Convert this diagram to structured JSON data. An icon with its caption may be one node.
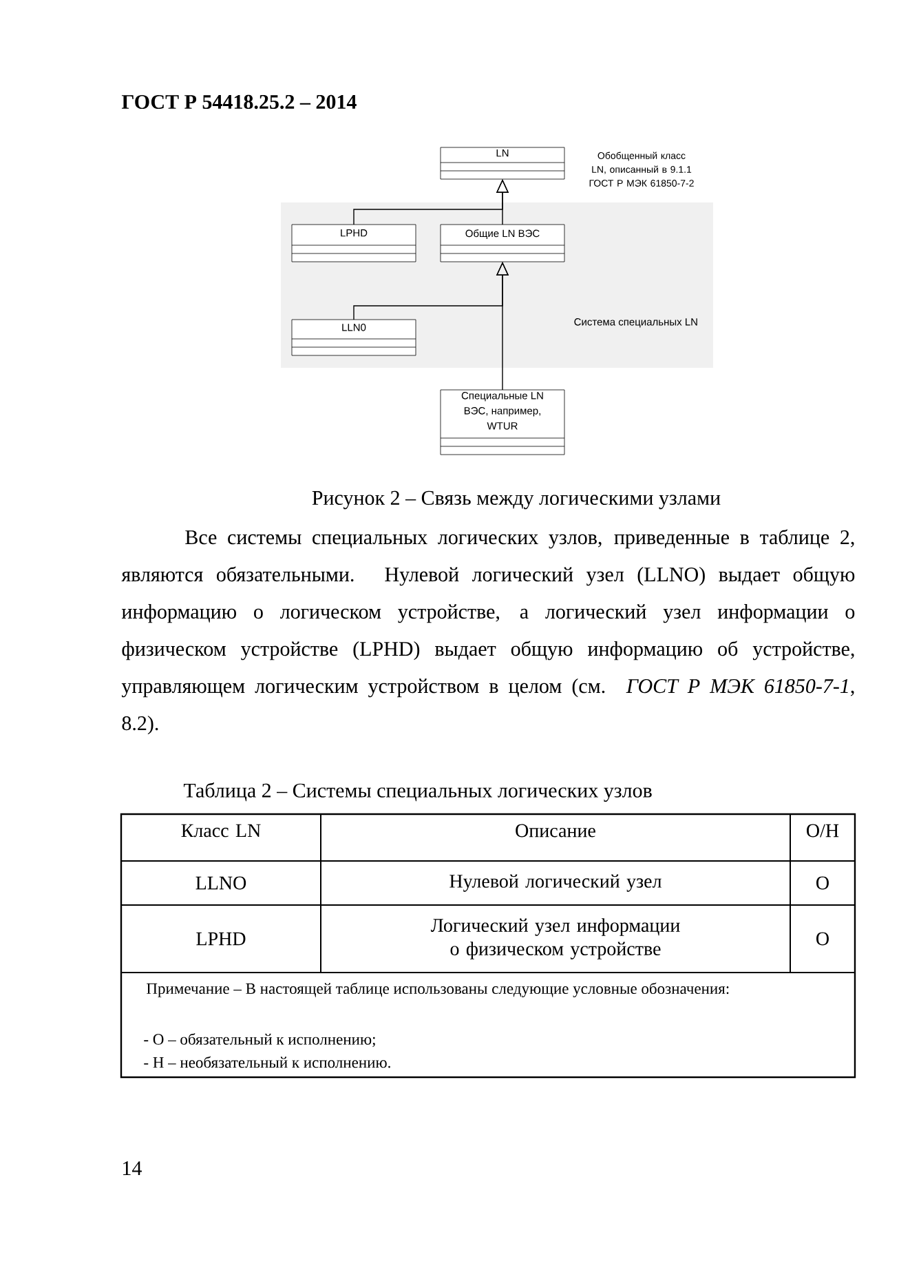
{
  "diagram": {
    "caption": "Рисунок 2 – Связь между логическими узлами",
    "nodes": [
      {
        "text": [
          "LN"
        ],
        "beside": [
          "Обобщенный класс LN, описанный в 9.1.1 ГОСТ Р МЭК 61850-7-2"
        ]
      },
      {
        "text": [
          "Система специальных LN"
        ]
      },
      {
        "text": [
          "LPHD"
        ],
        "in": 1
      },
      {
        "text": [
          "Общие LN ВЭС"
        ],
        "in": 1
      },
      {
        "text": [
          "LLN0"
        ],
        "in": 1
      },
      {
        "text": [
          "Специальные LN ВЭС, например, WTUR"
        ]
      }
    ],
    "edges": [
      {
        "from": 2,
        "to": 0,
        "arrow": "to"
      },
      {
        "from": 3,
        "to": 0,
        "arrow": "to"
      },
      {
        "from": 4,
        "to": 3,
        "arrow": "to"
      },
      {
        "from": 5,
        "to": 3,
        "arrow": "to"
      }
    ],
    "labels": [
      "ГОСТ Р 54418.25.2 – 2014",
      "Все системы специальных логических узлов, приведенные в таблице 2, являются обязательными. Нулевой логический узел (LLNO) выдает общую информацию о логическом устройстве, а логический узел информации о физическом устройстве (LPHD) выдает общую информацию об устройстве, управляющем логическим устройством в целом (см. *ГОСТ Р МЭК 61850-7-1*, 8.2).",
      "Таблица 2 – Системы специальных логических узлов",
      "Класс LN",
      "Описание",
      "О/Н",
      "LLNO",
      "Нулевой логический узел",
      "О",
      "LPHD",
      "Логический узел информации о физическом устройстве",
      "О",
      "Примечание – В настоящей таблице использованы следующие условные обозначения:",
      "- О – обязательный к исполнению;",
      "- Н – необязательный к исполнению.",
      "14"
    ]
  }
}
